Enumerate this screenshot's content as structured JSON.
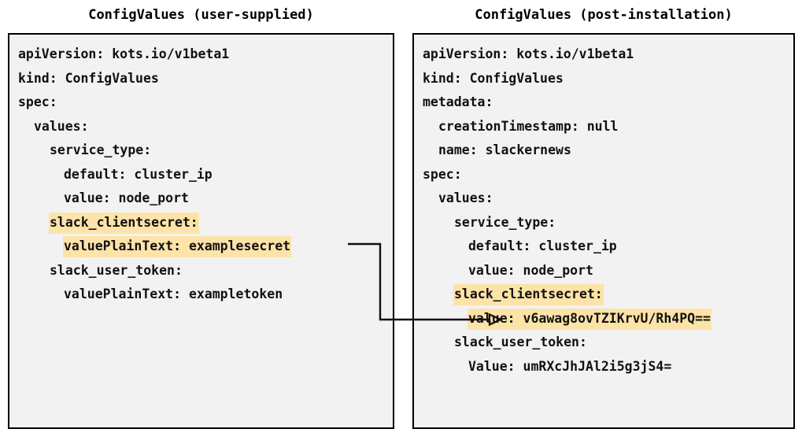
{
  "diagram": {
    "type": "config-values-comparison",
    "highlight_color": "#fce3a8",
    "panel_background": "#f2f2f2",
    "border_color": "#000000",
    "text_color": "#111111"
  },
  "left_panel": {
    "title": "ConfigValues (user-supplied)",
    "lines": [
      {
        "indent": 0,
        "text": "apiVersion: kots.io/v1beta1",
        "highlight": false
      },
      {
        "indent": 0,
        "text": "kind: ConfigValues",
        "highlight": false
      },
      {
        "indent": 0,
        "text": "spec:",
        "highlight": false
      },
      {
        "indent": 1,
        "text": "values:",
        "highlight": false
      },
      {
        "indent": 2,
        "text": "service_type:",
        "highlight": false
      },
      {
        "indent": 3,
        "text": "default: cluster_ip",
        "highlight": false
      },
      {
        "indent": 3,
        "text": "value: node_port",
        "highlight": false
      },
      {
        "indent": 2,
        "text": "slack_clientsecret:",
        "highlight": true
      },
      {
        "indent": 3,
        "text": "valuePlainText: examplesecret",
        "highlight": true
      },
      {
        "indent": 2,
        "text": "slack_user_token:",
        "highlight": false
      },
      {
        "indent": 3,
        "text": "valuePlainText: exampletoken",
        "highlight": false
      }
    ]
  },
  "right_panel": {
    "title": "ConfigValues (post-installation)",
    "lines": [
      {
        "indent": 0,
        "text": "apiVersion: kots.io/v1beta1",
        "highlight": false
      },
      {
        "indent": 0,
        "text": "kind: ConfigValues",
        "highlight": false
      },
      {
        "indent": 0,
        "text": "metadata:",
        "highlight": false
      },
      {
        "indent": 1,
        "text": "creationTimestamp: null",
        "highlight": false
      },
      {
        "indent": 1,
        "text": "name: slackernews",
        "highlight": false
      },
      {
        "indent": 0,
        "text": "spec:",
        "highlight": false
      },
      {
        "indent": 1,
        "text": "values:",
        "highlight": false
      },
      {
        "indent": 2,
        "text": "service_type:",
        "highlight": false
      },
      {
        "indent": 3,
        "text": "default: cluster_ip",
        "highlight": false
      },
      {
        "indent": 3,
        "text": "value: node_port",
        "highlight": false
      },
      {
        "indent": 2,
        "text": "slack_clientsecret:",
        "highlight": true
      },
      {
        "indent": 3,
        "text": "value: v6awag8ovTZIKrvU/Rh4PQ==",
        "highlight": true
      },
      {
        "indent": 2,
        "text": "slack_user_token:",
        "highlight": false
      },
      {
        "indent": 3,
        "text": "Value: umRXcJhJAl2i5g3jS4=",
        "highlight": false
      }
    ]
  },
  "connector": {
    "from_line": "valuePlainText: examplesecret",
    "to_line": "value: v6awag8ovTZIKrvU/Rh4PQ==",
    "arrowhead": "open-triangle",
    "color": "#111111"
  }
}
